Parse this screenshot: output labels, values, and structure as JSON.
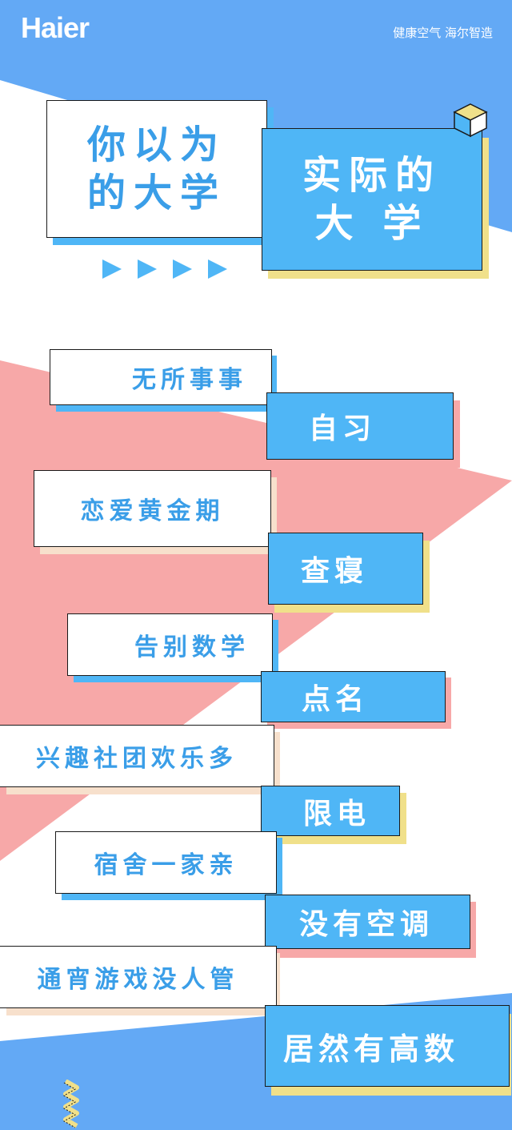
{
  "header": {
    "logo": "Haier",
    "tagline": "健康空气 海尔智造"
  },
  "title": {
    "left_line1": "你以为",
    "left_line2": "的大学",
    "right_line1": "实际的",
    "right_line2": "大 学"
  },
  "pairs": [
    {
      "imagined": "无所事事",
      "actual": "自习"
    },
    {
      "imagined": "恋爱黄金期",
      "actual": "查寝"
    },
    {
      "imagined": "告别数学",
      "actual": "点名"
    },
    {
      "imagined": "兴趣社团欢乐多",
      "actual": "限电"
    },
    {
      "imagined": "宿舍一家亲",
      "actual": "没有空调"
    },
    {
      "imagined": "通宵游戏没人管",
      "actual": "居然有高数"
    }
  ],
  "icons": [
    "play-arrow-icon",
    "cube-icon",
    "zigzag-icon"
  ],
  "colors": {
    "blue": "#4fb6f6",
    "pink": "#f7a8a8",
    "yellow": "#f0e08a",
    "text_blue": "#3a9ee8"
  }
}
